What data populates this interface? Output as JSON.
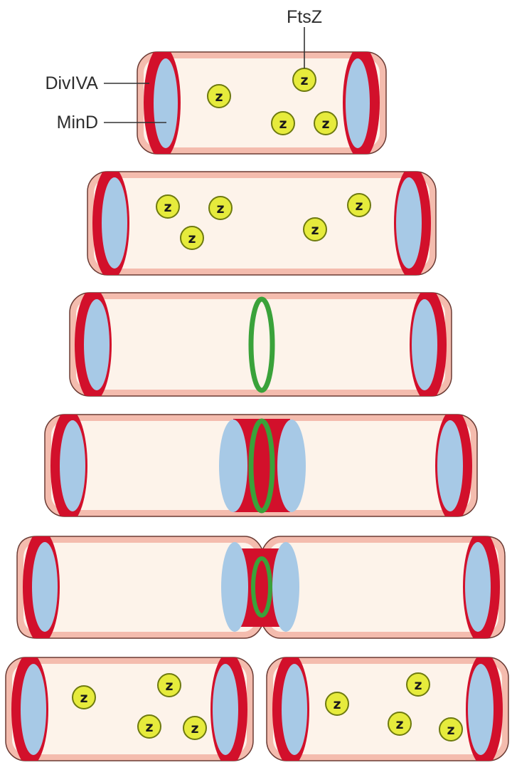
{
  "labels": {
    "ftsz": "FtsZ",
    "divIVA": "DivIVA",
    "minD": "MinD"
  },
  "z_glyph": "z",
  "colors": {
    "membrane": "#f4bcae",
    "membrane_edge": "#6b3b34",
    "cytoplasm": "#fdf3ea",
    "divIVA_red": "#d2102b",
    "minD_blue": "#a7c9e6",
    "ftsz_ring": "#3aa23a",
    "ftsz_monomer": "#e6eb3c",
    "ftsz_monomer_edge": "#6e7a10"
  },
  "stages": [
    {
      "stage": 1,
      "description_shown": "FtsZ monomers scattered; DivIVA/MinD at poles"
    },
    {
      "stage": 2,
      "description_shown": "Cell elongates; monomers remain scattered"
    },
    {
      "stage": 3,
      "description_shown": "FtsZ ring forms at midcell"
    },
    {
      "stage": 4,
      "description_shown": "DivIVA/MinD recruited to division site"
    },
    {
      "stage": 5,
      "description_shown": "Septum constricts"
    },
    {
      "stage": 6,
      "description_shown": "Two daughter cells with scattered FtsZ"
    }
  ]
}
